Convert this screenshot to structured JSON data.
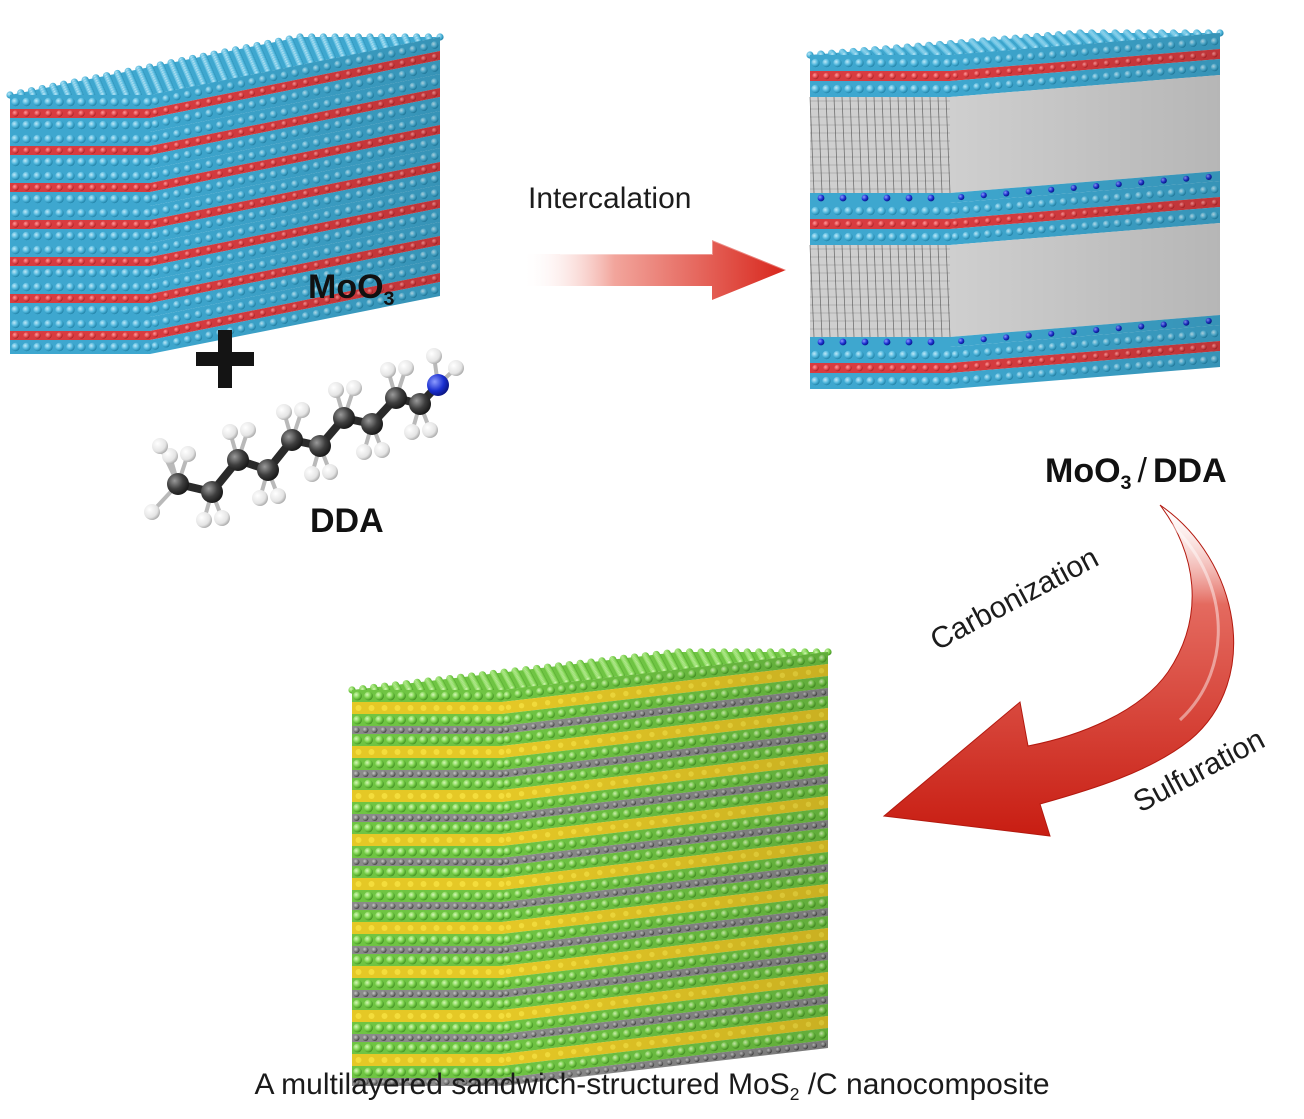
{
  "colors": {
    "oxygen": "#4fb6dc",
    "molybdenum": "#e0464a",
    "carbon": "#4a4a4a",
    "hydrogen": "#e6e6e6",
    "nitrogen": "#1a2fd0",
    "sulfur_layer": "#7ad14c",
    "mo_yellow": "#e5c826",
    "arrow_red": "#d8261c"
  },
  "labels": {
    "moo3_main": "MoO",
    "moo3_sub": "3",
    "plus": "+",
    "dda": "DDA",
    "composite_main": "MoO",
    "composite_sub": "3",
    "composite_sep": "/",
    "composite_rest": "DDA",
    "intercalation": "Intercalation",
    "carbonization": "Carbonization",
    "sulfuration": "Sulfuration",
    "caption_pre": "A multilayered sandwich-structured MoS",
    "caption_sub": "2",
    "caption_post": " /C nanocomposite"
  }
}
